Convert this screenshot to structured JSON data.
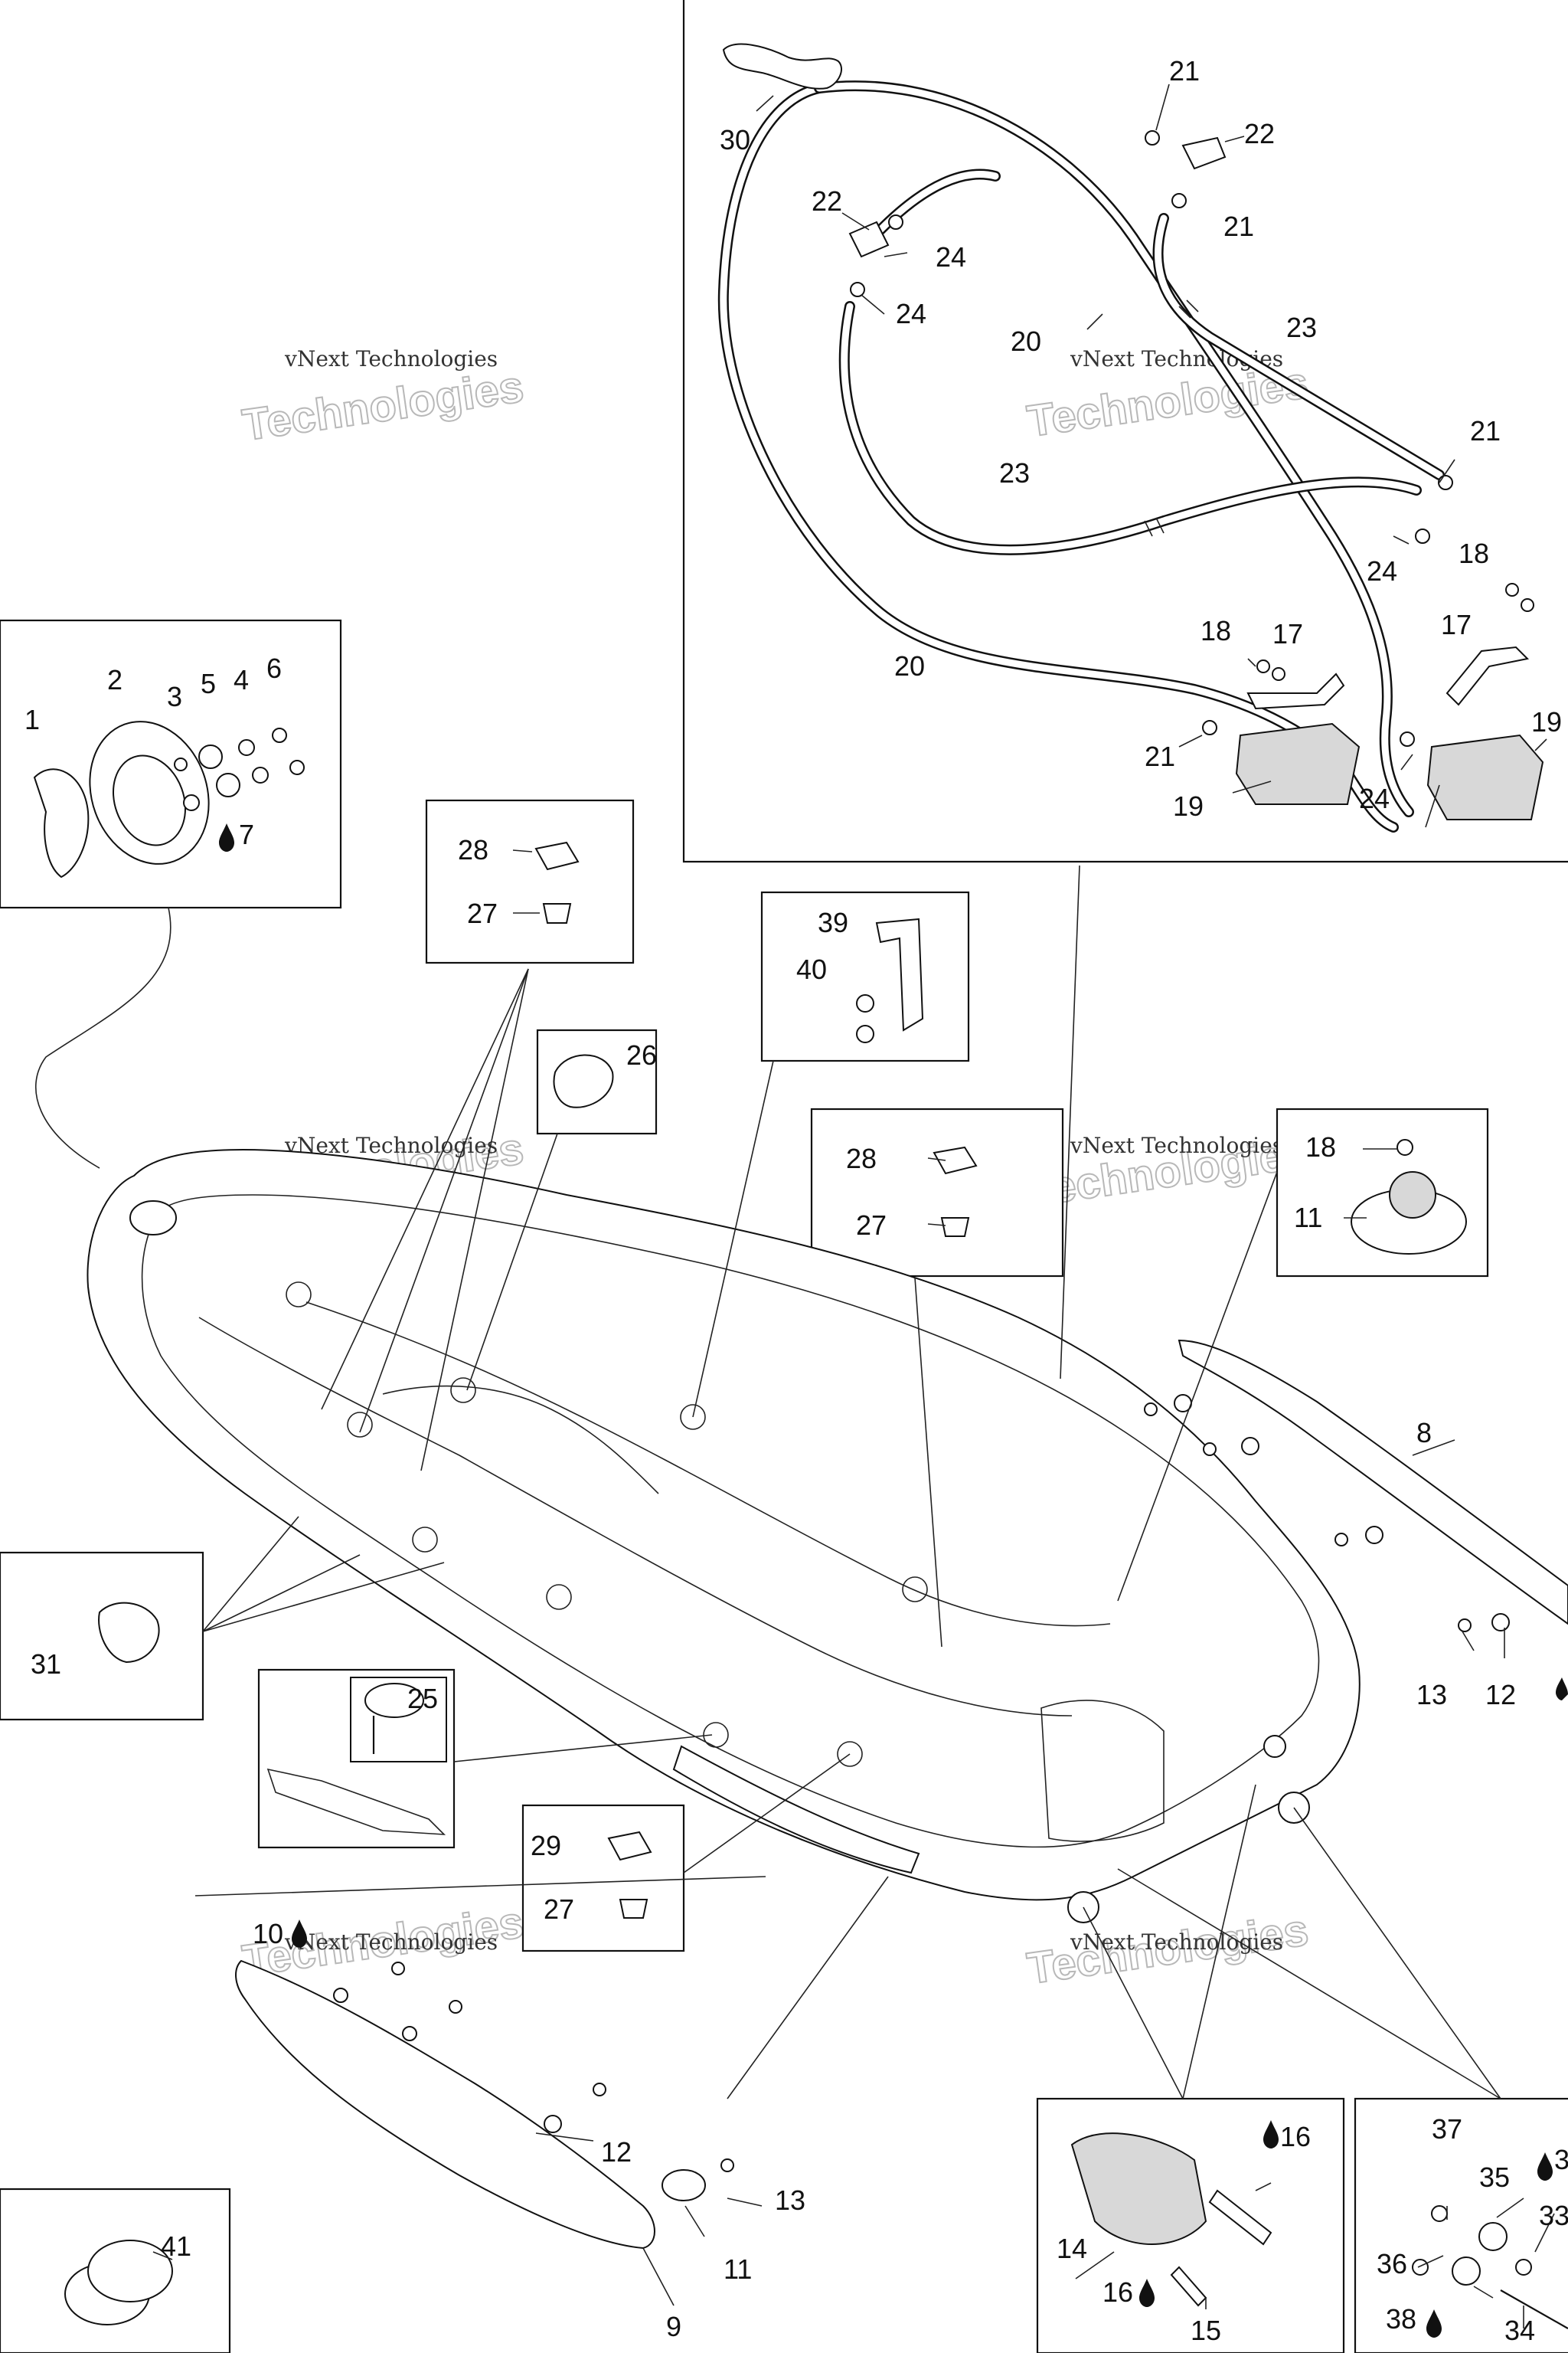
{
  "watermarks": {
    "small": "vNext Technologies",
    "big": "Technologies"
  },
  "callouts": [
    {
      "id": "c1",
      "label": "1"
    },
    {
      "id": "c2",
      "label": "2"
    },
    {
      "id": "c3",
      "label": "3"
    },
    {
      "id": "c4",
      "label": "4"
    },
    {
      "id": "c5",
      "label": "5"
    },
    {
      "id": "c6",
      "label": "6"
    },
    {
      "id": "c7",
      "label": "7"
    },
    {
      "id": "c8",
      "label": "8"
    },
    {
      "id": "c9",
      "label": "9"
    },
    {
      "id": "c10",
      "label": "10"
    },
    {
      "id": "c11a",
      "label": "11"
    },
    {
      "id": "c11b",
      "label": "11"
    },
    {
      "id": "c12a",
      "label": "12"
    },
    {
      "id": "c12b",
      "label": "12"
    },
    {
      "id": "c13a",
      "label": "13"
    },
    {
      "id": "c13b",
      "label": "13"
    },
    {
      "id": "c14",
      "label": "14"
    },
    {
      "id": "c15",
      "label": "15"
    },
    {
      "id": "c16a",
      "label": "16"
    },
    {
      "id": "c16b",
      "label": "16"
    },
    {
      "id": "c17a",
      "label": "17"
    },
    {
      "id": "c17b",
      "label": "17"
    },
    {
      "id": "c18a",
      "label": "18"
    },
    {
      "id": "c18b",
      "label": "18"
    },
    {
      "id": "c18c",
      "label": "18"
    },
    {
      "id": "c19a",
      "label": "19"
    },
    {
      "id": "c19b",
      "label": "19"
    },
    {
      "id": "c20a",
      "label": "20"
    },
    {
      "id": "c20b",
      "label": "20"
    },
    {
      "id": "c21a",
      "label": "21"
    },
    {
      "id": "c21b",
      "label": "21"
    },
    {
      "id": "c21c",
      "label": "21"
    },
    {
      "id": "c21d",
      "label": "21"
    },
    {
      "id": "c22a",
      "label": "22"
    },
    {
      "id": "c22b",
      "label": "22"
    },
    {
      "id": "c23a",
      "label": "23"
    },
    {
      "id": "c23b",
      "label": "23"
    },
    {
      "id": "c24a",
      "label": "24"
    },
    {
      "id": "c24b",
      "label": "24"
    },
    {
      "id": "c24c",
      "label": "24"
    },
    {
      "id": "c24d",
      "label": "24"
    },
    {
      "id": "c25",
      "label": "25"
    },
    {
      "id": "c26",
      "label": "26"
    },
    {
      "id": "c27a",
      "label": "27"
    },
    {
      "id": "c27b",
      "label": "27"
    },
    {
      "id": "c27c",
      "label": "27"
    },
    {
      "id": "c28a",
      "label": "28"
    },
    {
      "id": "c28b",
      "label": "28"
    },
    {
      "id": "c29",
      "label": "29"
    },
    {
      "id": "c30",
      "label": "30"
    },
    {
      "id": "c31",
      "label": "31"
    },
    {
      "id": "c33",
      "label": "33"
    },
    {
      "id": "c34",
      "label": "34"
    },
    {
      "id": "c35",
      "label": "35"
    },
    {
      "id": "c36",
      "label": "36"
    },
    {
      "id": "c37",
      "label": "37"
    },
    {
      "id": "c38",
      "label": "38"
    },
    {
      "id": "c39",
      "label": "39"
    },
    {
      "id": "c40",
      "label": "40"
    },
    {
      "id": "c41",
      "label": "41"
    },
    {
      "id": "c3x",
      "label": "3"
    }
  ]
}
